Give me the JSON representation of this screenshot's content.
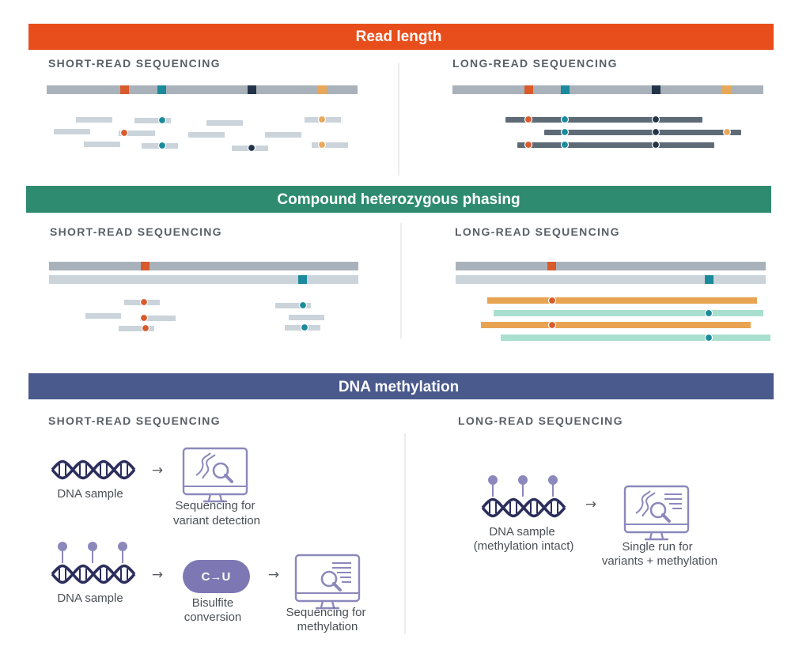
{
  "colors": {
    "read_length": "#E84E1C",
    "phasing": "#2E8B6F",
    "methylation": "#4A5A8C",
    "variant_orange": "#D95A2B",
    "variant_teal": "#1A8A9C",
    "variant_navy": "#23344A",
    "variant_gold": "#E8A85A",
    "chrom_gray": "#A9B2BA",
    "read_light": "#CBD4DB",
    "long_read_dark": "#5E6B77",
    "phase_orange": "#E8A452",
    "phase_mint": "#A9DFCF",
    "dna_dark": "#2B2E5C",
    "icon_purple": "#8C88BC",
    "subhead_gray": "#5A6068",
    "caption_gray": "#4A4F56"
  },
  "sections": {
    "read_length": {
      "title": "Read length",
      "short_label": "SHORT-READ SEQUENCING",
      "long_label": "LONG-READ SEQUENCING"
    },
    "phasing": {
      "title": "Compound heterozygous phasing",
      "short_label": "SHORT-READ SEQUENCING",
      "long_label": "LONG-READ SEQUENCING"
    },
    "methylation": {
      "title": "DNA methylation",
      "short_label": "SHORT-READ SEQUENCING",
      "long_label": "LONG-READ SEQUENCING",
      "short_row1": {
        "dna_caption": "DNA sample",
        "result_caption_1": "Sequencing for",
        "result_caption_2": "variant detection"
      },
      "short_row2": {
        "dna_caption": "DNA sample",
        "pill_label": "C→U",
        "pill_caption_1": "Bisulfite",
        "pill_caption_2": "conversion",
        "result_caption_1": "Sequencing for",
        "result_caption_2": "methylation"
      },
      "long": {
        "dna_caption_1": "DNA sample",
        "dna_caption_2": "(methylation intact)",
        "result_caption_1": "Single run for",
        "result_caption_2": "variants + methylation"
      },
      "arrow": "→"
    }
  }
}
